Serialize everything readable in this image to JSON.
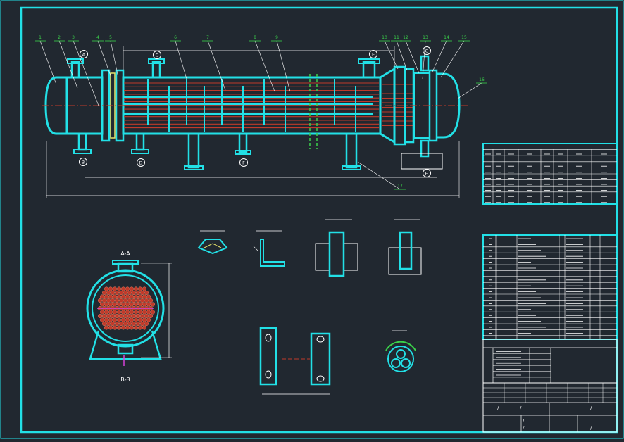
{
  "colors": {
    "background": "#212830",
    "outline": "#22e0e6",
    "tube": "#c03a2a",
    "white": "#ffffff",
    "yellow": "#e8e36a",
    "green": "#3ad24a",
    "magenta": "#d640d8"
  },
  "drawing": {
    "part_numbers": [
      "1",
      "2",
      "3",
      "4",
      "5",
      "6",
      "7",
      "8",
      "9",
      "10",
      "11",
      "12",
      "13",
      "14",
      "15",
      "16",
      "17"
    ],
    "nozzle_marks": [
      "A",
      "B",
      "C",
      "D",
      "E",
      "F",
      "G",
      "H"
    ],
    "end_view_labels": [
      "A-A",
      "B-B"
    ],
    "sign_cells": [
      "/",
      "/",
      "/",
      "/",
      "/",
      "/"
    ]
  }
}
